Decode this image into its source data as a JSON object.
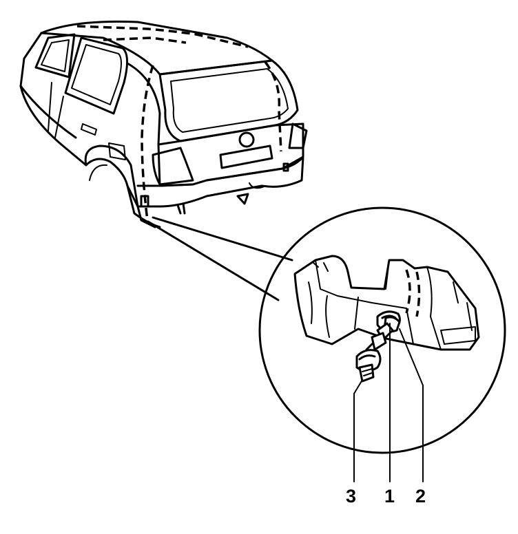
{
  "callouts": [
    {
      "id": "callout-3",
      "label": "3"
    },
    {
      "id": "callout-1",
      "label": "1"
    },
    {
      "id": "callout-2",
      "label": "2"
    }
  ],
  "colors": {
    "ink": "#000000",
    "paper": "#ffffff"
  }
}
